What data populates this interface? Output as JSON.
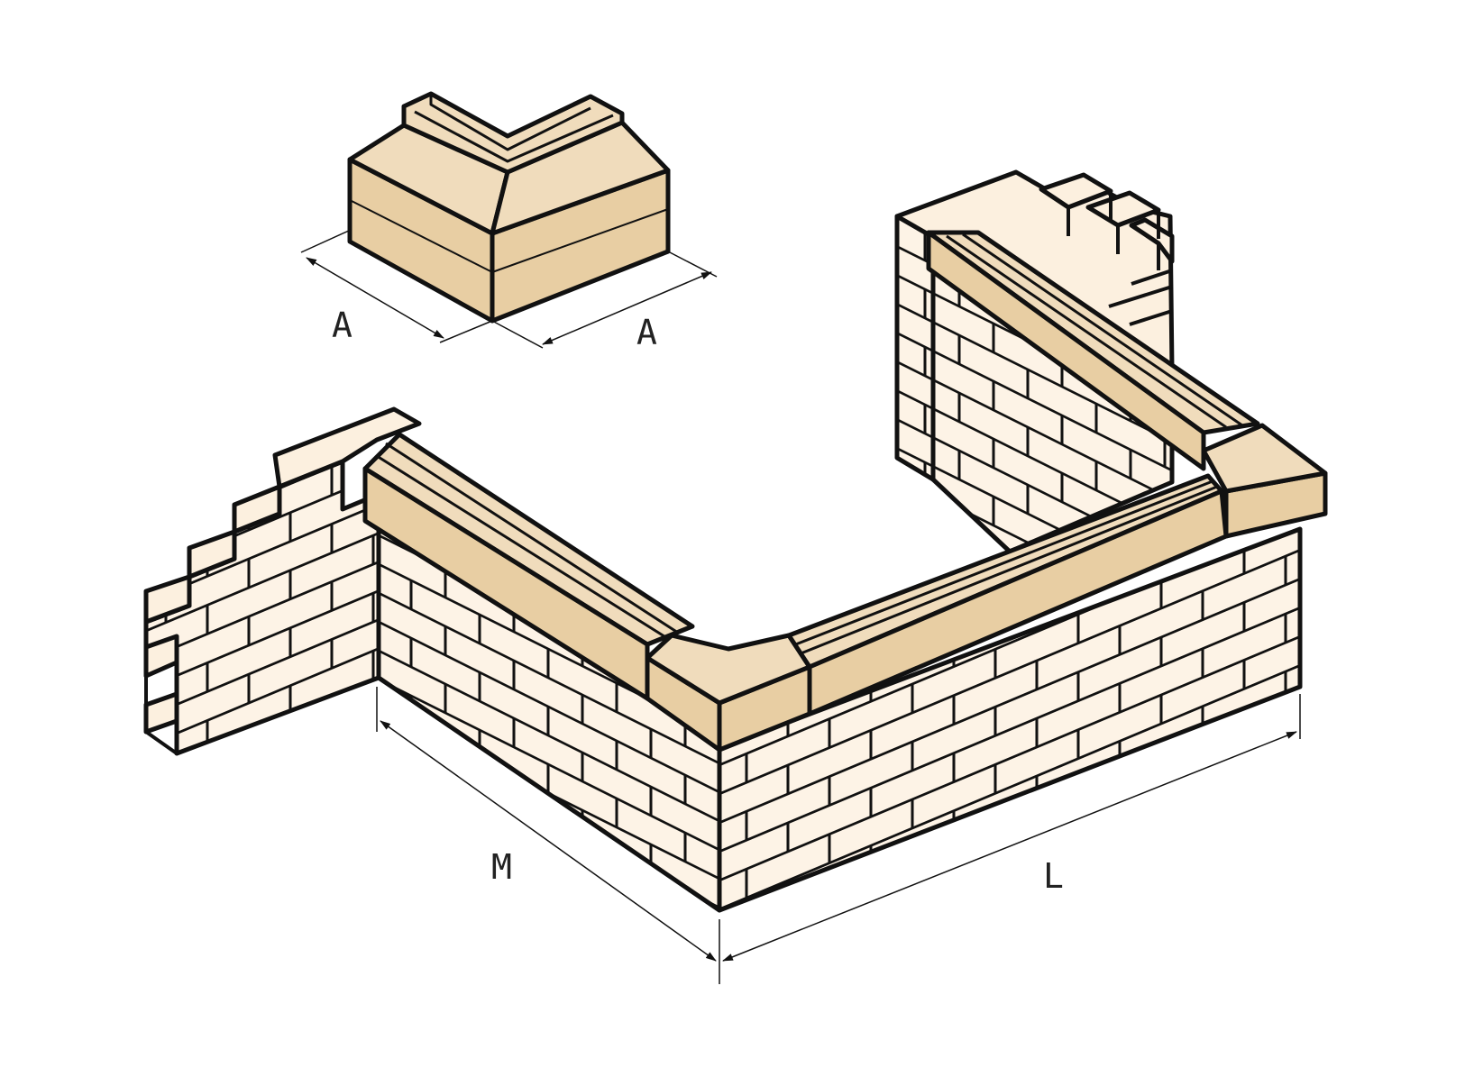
{
  "colors": {
    "background": "#ffffff",
    "outline": "#111111",
    "coping_top": "#f0dcbc",
    "coping_side": "#e8cea3",
    "brick_face": "#fdf3e6",
    "brick_top": "#fcf0df"
  },
  "labels": {
    "corner_width_left": "A",
    "corner_width_right": "A",
    "wall_length_left": "M",
    "wall_length_right": "L"
  }
}
